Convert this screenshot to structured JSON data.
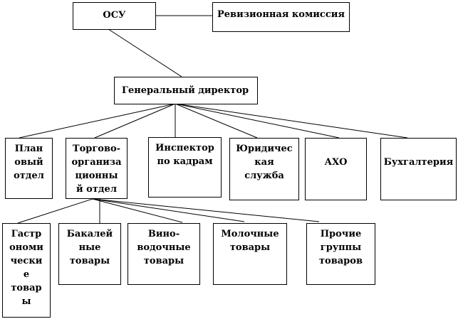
{
  "diagram": {
    "title": "Организационная структура",
    "nodes": {
      "osu": "ОСУ",
      "revision": "Ревизионная комиссия",
      "gendir": "Генеральный директор",
      "plan": "План\nовый\nотдел",
      "trade": "Торгово-\nорганиза\nционны\nй отдел",
      "hr": "Инспектор\nпо кадрам",
      "legal": "Юридичес\nкая\nслужба",
      "aho": "АХО",
      "accounting": "Бухгалтерия",
      "gastro": "Гастр\nономи\nчески\nе\nтовар\nы",
      "grocery": "Бакалей\nные\nтовары",
      "wine": "Вино-\nводочные\nтовары",
      "dairy": "Молочные\nтовары",
      "other": "Прочие\nгруппы\nтоваров"
    },
    "edges": [
      [
        "osu",
        "revision"
      ],
      [
        "osu",
        "gendir"
      ],
      [
        "gendir",
        "plan"
      ],
      [
        "gendir",
        "trade"
      ],
      [
        "gendir",
        "hr"
      ],
      [
        "gendir",
        "legal"
      ],
      [
        "gendir",
        "aho"
      ],
      [
        "gendir",
        "accounting"
      ],
      [
        "trade",
        "gastro"
      ],
      [
        "trade",
        "grocery"
      ],
      [
        "trade",
        "wine"
      ],
      [
        "trade",
        "dairy"
      ],
      [
        "trade",
        "other"
      ]
    ],
    "line_color": "#000000"
  }
}
